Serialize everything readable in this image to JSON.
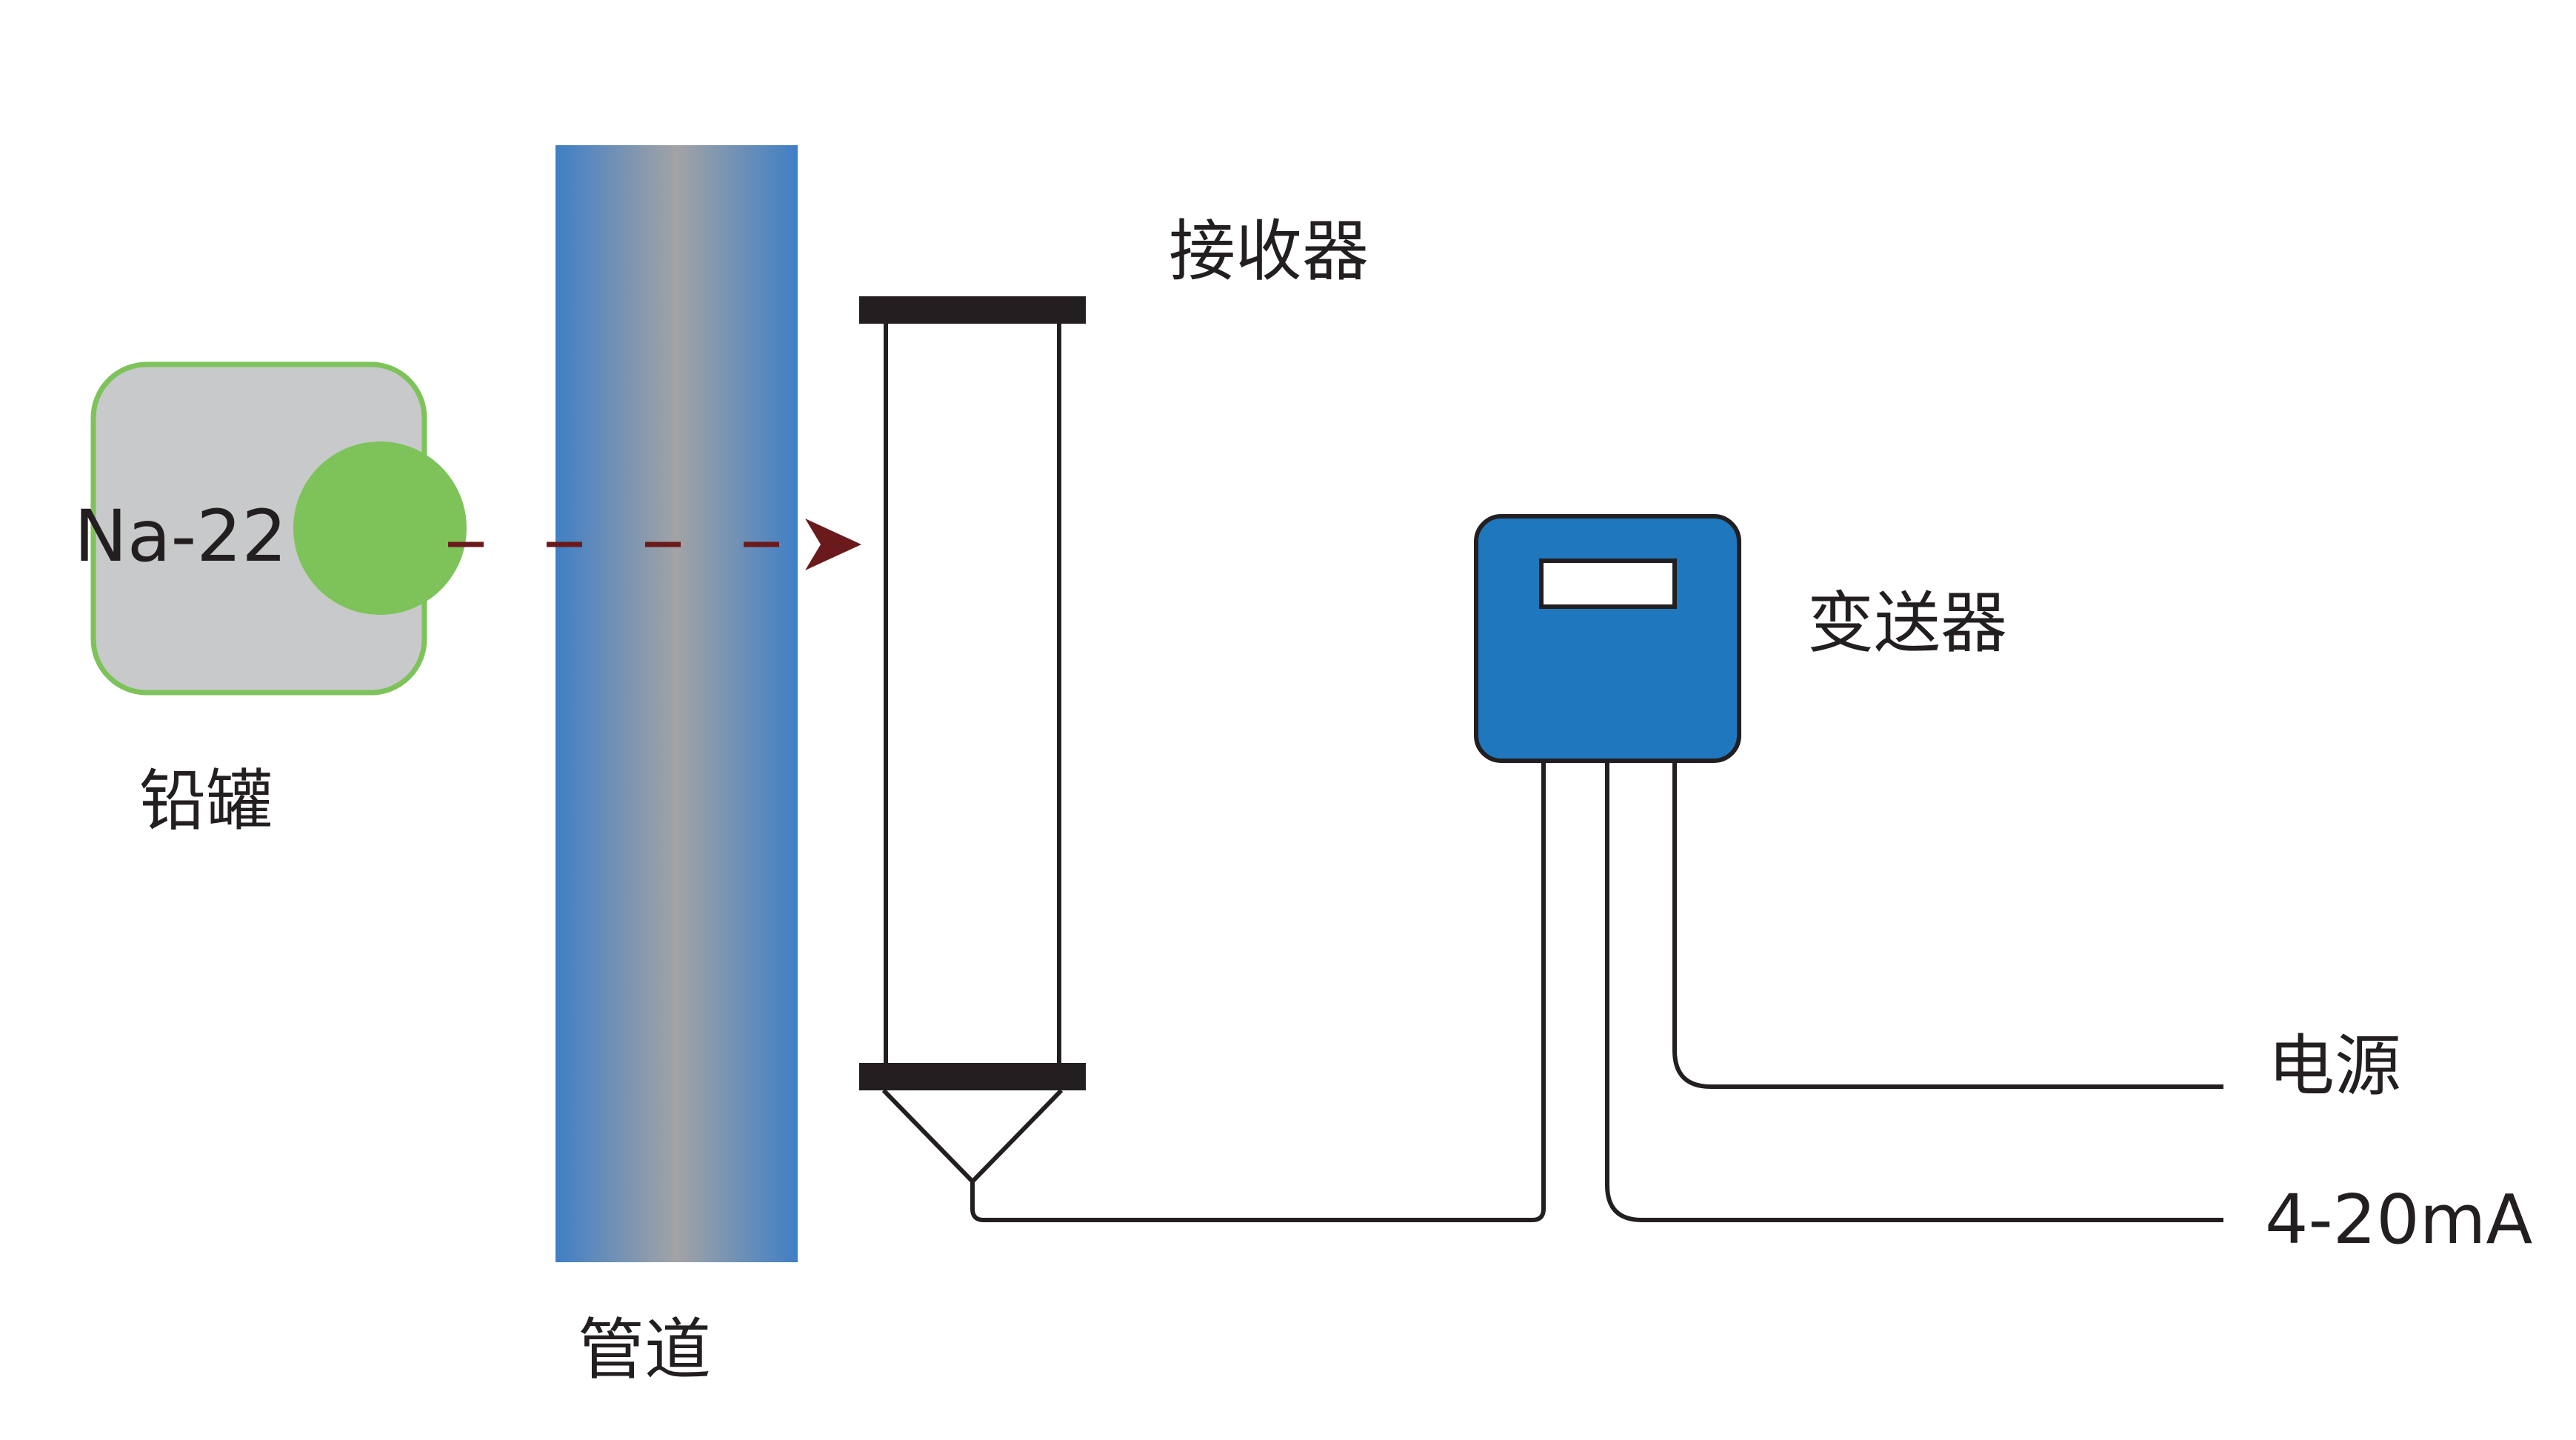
{
  "labels": {
    "source": "Na-22",
    "lead_tank": "铅罐",
    "pipe": "管道",
    "receiver": "接收器",
    "transmitter": "变送器",
    "power": "电源",
    "signal": "4-20mA"
  },
  "colors": {
    "tank_fill": "#c8c9ca",
    "tank_border": "#7dc35a",
    "source_fill": "#7dc35a",
    "pipe_edge": "#3f7fc6",
    "pipe_center": "#a3a3a5",
    "beam": "#6b1a1c",
    "receiver_cap": "#231f20",
    "transmitter_fill": "#1f77bd",
    "wire": "#231f20"
  }
}
